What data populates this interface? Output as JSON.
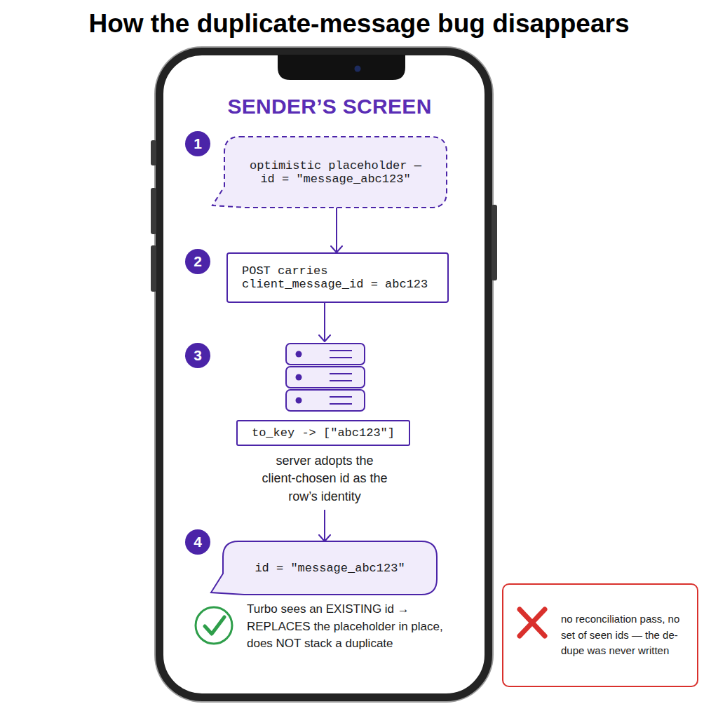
{
  "diagram": {
    "title": "How the duplicate-message bug disappears",
    "nodes": [
      {
        "text": [
          "SENDER’S SCREEN"
        ]
      },
      {
        "text": [
          "optimistic placeholder — id = \"message_abc123\""
        ],
        "in": 0
      },
      {
        "text": [
          "POST carries client_message_id = abc123"
        ],
        "in": 0
      },
      {
        "text": [
          "to_key -> [\"abc123\"]",
          "server adopts the client-chosen id as the row’s identity"
        ],
        "in": 0
      },
      {
        "text": [
          "id = \"message_abc123\""
        ],
        "in": 0
      },
      {
        "text": [
          "no reconciliation pass, no set of seen ids — the de-dupe was never written"
        ]
      }
    ],
    "edges": [
      {
        "from": 1,
        "to": 2,
        "arrow": "to"
      },
      {
        "from": 2,
        "to": 3,
        "arrow": "to"
      },
      {
        "from": 3,
        "to": 4,
        "arrow": "to"
      }
    ],
    "labels": [
      "1",
      "2",
      "3",
      "4",
      "Turbo sees an EXISTING id → REPLACES the placeholder in place, does NOT stack a duplicate"
    ]
  }
}
